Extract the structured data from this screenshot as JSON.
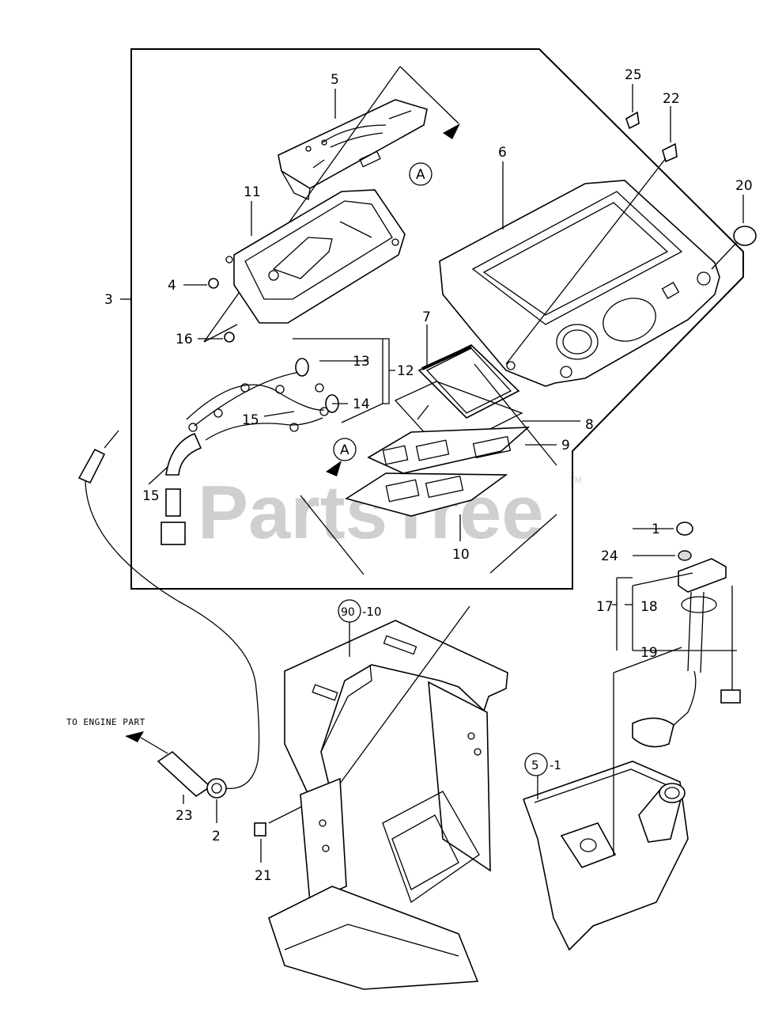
{
  "watermark": {
    "text": "PartsTree",
    "trademark": "TM"
  },
  "note": {
    "to_engine": "TO ENGINE PART"
  },
  "callouts": {
    "c1": "1",
    "c2": "2",
    "c3": "3",
    "c4": "4",
    "c5": "5",
    "c6": "6",
    "c7": "7",
    "c8": "8",
    "c9": "9",
    "c10": "10",
    "c11": "11",
    "c12": "12",
    "c13": "13",
    "c14": "14",
    "c15a": "15",
    "c15b": "15",
    "c16": "16",
    "c17": "17",
    "c18": "18",
    "c19": "19",
    "c20": "20",
    "c21": "21",
    "c22": "22",
    "c23": "23",
    "c24": "24",
    "c25": "25"
  },
  "refs": {
    "ref_a_top": "A",
    "ref_a_bottom": "A",
    "ref_90": "90",
    "ref_90_suffix": "-10",
    "ref_5": "5",
    "ref_5_suffix": "-1"
  }
}
